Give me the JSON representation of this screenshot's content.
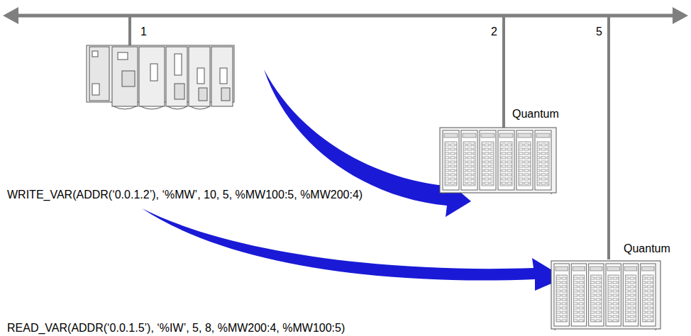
{
  "diagram": {
    "nodes": [
      {
        "text": [
          "Quantum"
        ]
      },
      {
        "text": [
          "Quantum"
        ]
      }
    ],
    "labels": [
      "1",
      "2",
      "5",
      "WRITE_VAR(ADDR(‘0.0.1.2’), ‘%MW’, 10, 5, %MW100:5, %MW200:4)",
      "READ_VAR(ADDR(‘0.0.1.5’), ‘%IW’, 5, 8, %MW200:4, %MW100:5)"
    ]
  }
}
